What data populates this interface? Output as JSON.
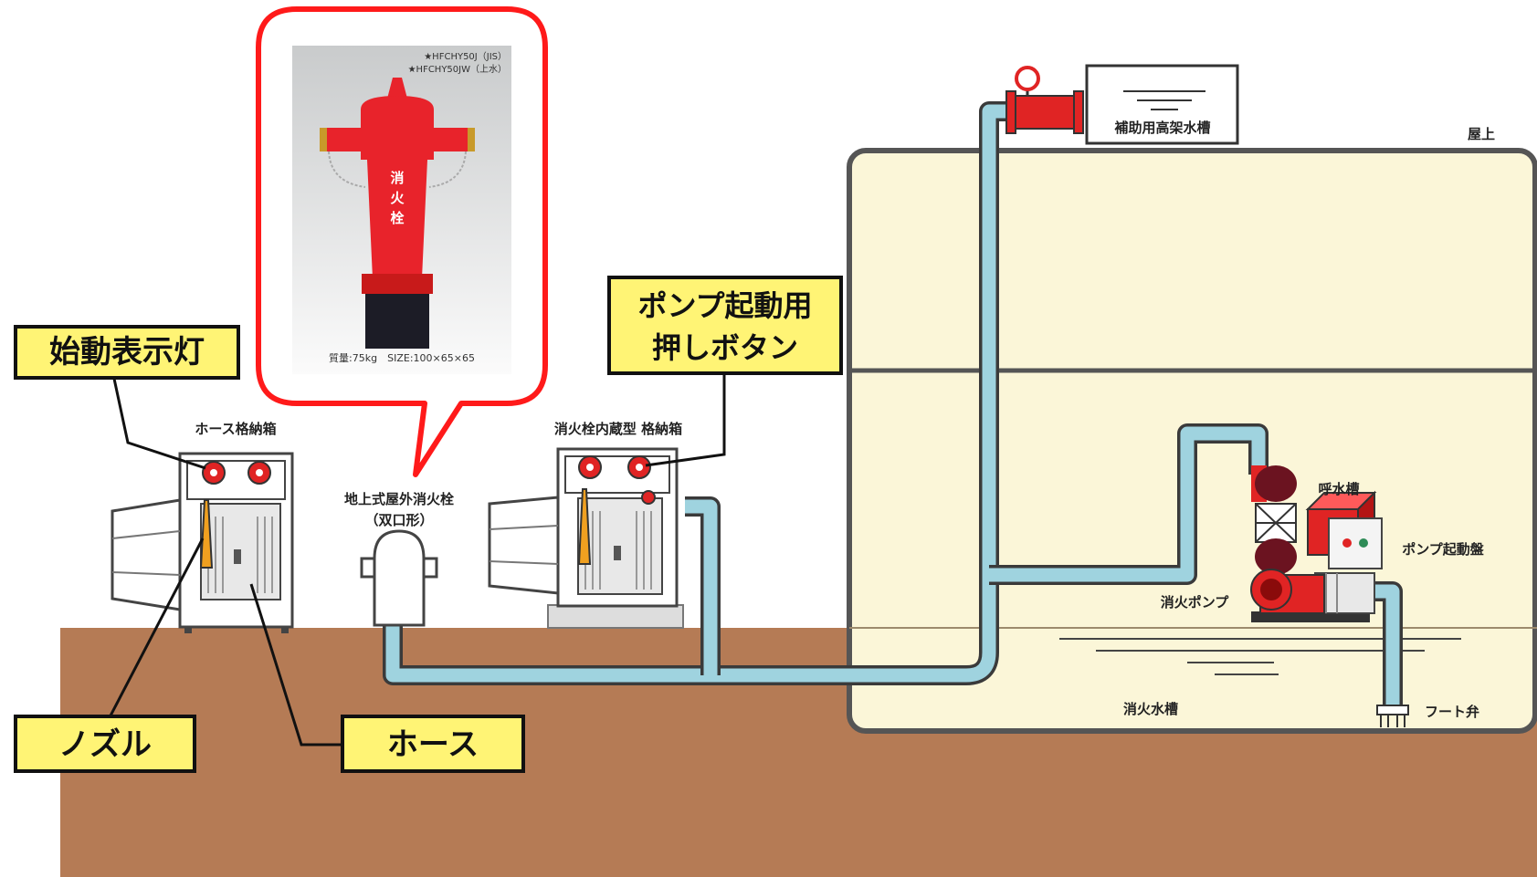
{
  "colors": {
    "ground": "#b57b55",
    "tank": "#fbf6d8",
    "pipe": "#9fd3df",
    "pipe_edge": "#3a3a3a",
    "label_fill": "#fff475",
    "balloon_stroke": "#ff1a1a",
    "red": "#e02424"
  },
  "callouts": {
    "start_light": "始動表示灯",
    "pump_button_line1": "ポンプ起動用",
    "pump_button_line2": "押しボタン",
    "nozzle": "ノズル",
    "hose": "ホース"
  },
  "labels": {
    "hose_box": "ホース格納箱",
    "hydrant_line1": "地上式屋外消火栓",
    "hydrant_line2": "（双口形）",
    "builtin_box": "消火栓内蔵型 格納箱",
    "aux_tank": "補助用高架水槽",
    "rooftop": "屋上",
    "priming_tank": "呼水槽",
    "pump_panel": "ポンプ起動盤",
    "fire_pump": "消火ポンプ",
    "fire_tank": "消火水槽",
    "foot_valve": "フート弁"
  },
  "photo": {
    "model_1": "★HFCHY50J（JIS）",
    "model_2": "★HFCHY50JW（上水）",
    "body_text_1": "消",
    "body_text_2": "火",
    "body_text_3": "栓",
    "spec": "質量:75kg　SIZE:100×65×65"
  },
  "icons": {
    "hydrant": "fire-hydrant-icon",
    "pump": "fire-pump-icon",
    "valve": "gate-valve-icon"
  }
}
